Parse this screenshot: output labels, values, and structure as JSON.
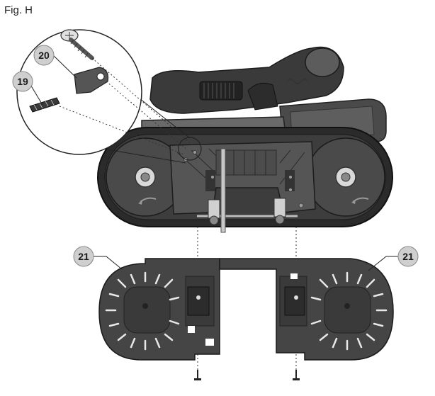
{
  "figure": {
    "label": "Fig. H"
  },
  "callouts": {
    "c19": "19",
    "c20": "20",
    "c21_left": "21",
    "c21_right": "21"
  },
  "colors": {
    "body_dark": "#3d3d3d",
    "body_mid": "#5a5a5a",
    "body_light": "#8a8a8a",
    "callout_bg": "#cfcfcf"
  }
}
